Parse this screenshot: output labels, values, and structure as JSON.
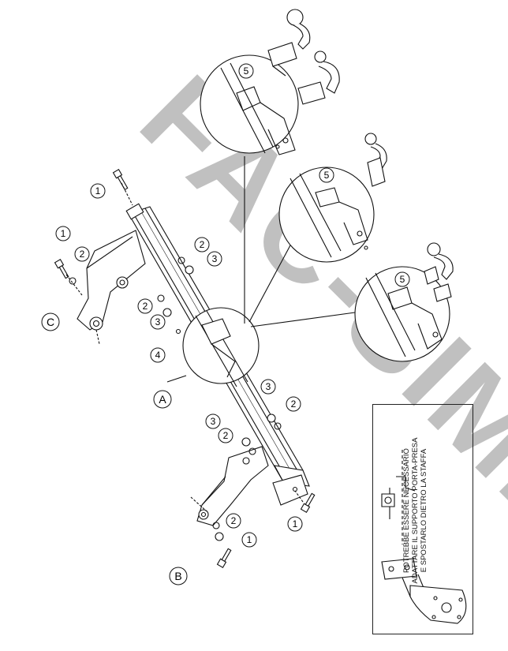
{
  "watermark": "FAC-SIMILE",
  "labels": {
    "A": "A",
    "B": "B",
    "C": "C",
    "n1": "1",
    "n2": "2",
    "n3": "3",
    "n4": "4",
    "n5": "5"
  },
  "note": {
    "line1": "POTREBBE ESSERE NECESSARIO",
    "line2": "ADATTARE IL SUPPORTO PORTA-PRESA",
    "line3": "E SPOSTARLO DIETRO LA STAFFA"
  },
  "colors": {
    "line": "#111111",
    "watermark": "#bdbdbd"
  }
}
